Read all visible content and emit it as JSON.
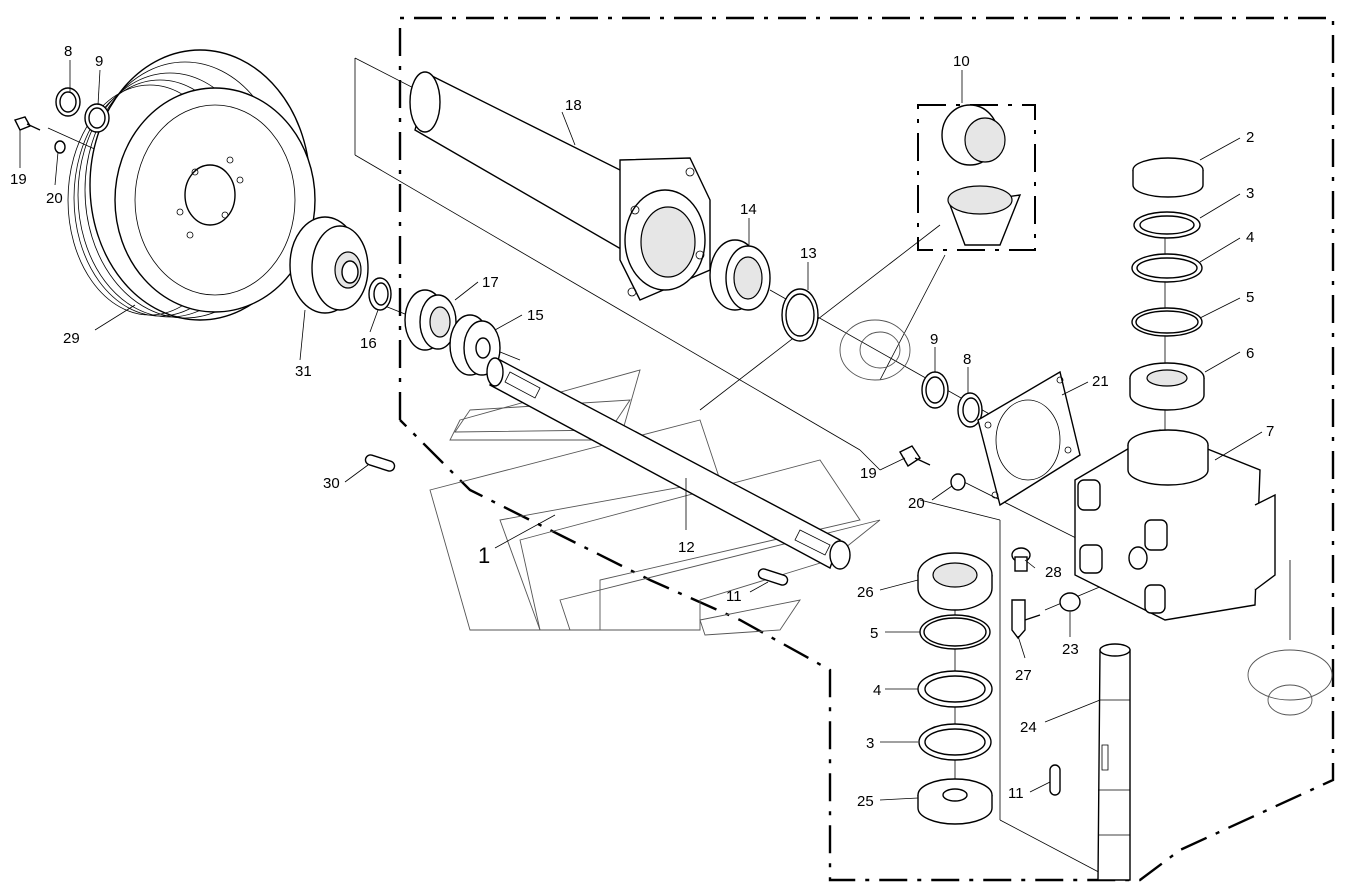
{
  "callouts": {
    "c1": "1",
    "c2": "2",
    "c3a": "3",
    "c3b": "3",
    "c4a": "4",
    "c4b": "4",
    "c5a": "5",
    "c5b": "5",
    "c6": "6",
    "c7": "7",
    "c8a": "8",
    "c8b": "8",
    "c9a": "9",
    "c9b": "9",
    "c10": "10",
    "c11a": "11",
    "c11b": "11",
    "c12": "12",
    "c13": "13",
    "c14": "14",
    "c15": "15",
    "c16": "16",
    "c17": "17",
    "c18": "18",
    "c19a": "19",
    "c19b": "19",
    "c20a": "20",
    "c20b": "20",
    "c21": "21",
    "c23": "23",
    "c24": "24",
    "c25": "25",
    "c26": "26",
    "c27": "27",
    "c28": "28",
    "c29": "29",
    "c30": "30",
    "c31": "31"
  }
}
